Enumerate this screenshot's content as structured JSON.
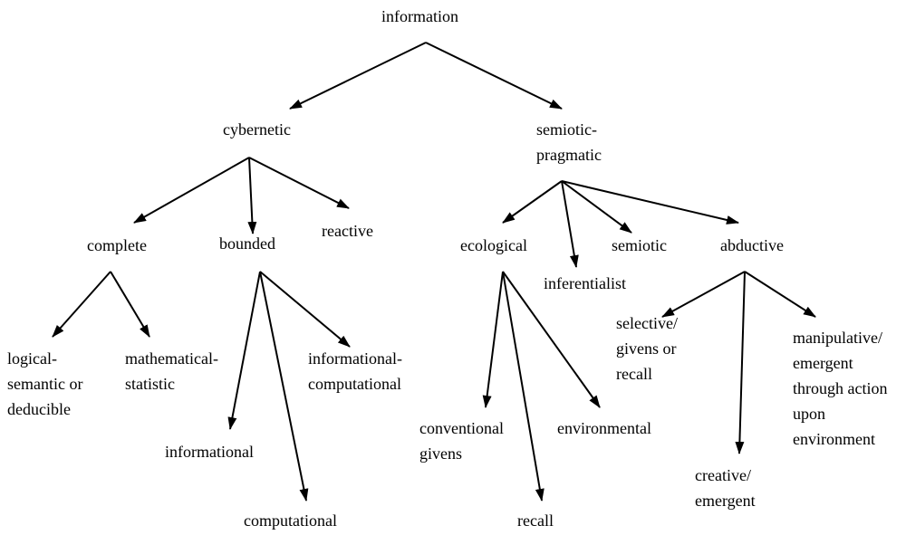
{
  "diagram": {
    "nodes": {
      "information": [
        "information"
      ],
      "cybernetic": [
        "cybernetic"
      ],
      "semiotic_pragmatic": [
        "semiotic-",
        "pragmatic"
      ],
      "complete": [
        "complete"
      ],
      "bounded": [
        "bounded"
      ],
      "reactive": [
        "reactive"
      ],
      "ecological": [
        "ecological"
      ],
      "inferentialist": [
        "inferentialist"
      ],
      "semiotic": [
        "semiotic"
      ],
      "abductive": [
        "abductive"
      ],
      "logical_semantic": [
        "logical-",
        "semantic or",
        "deducible"
      ],
      "mathematical_statistic": [
        "mathematical-",
        "statistic"
      ],
      "informational": [
        "informational"
      ],
      "computational": [
        "computational"
      ],
      "informational_computational": [
        "informational-",
        "computational"
      ],
      "conventional_givens": [
        "conventional",
        "givens"
      ],
      "recall": [
        "recall"
      ],
      "environmental": [
        "environmental"
      ],
      "selective_givens": [
        "selective/",
        "givens or",
        "recall"
      ],
      "creative_emergent": [
        "creative/",
        "emergent"
      ],
      "manipulative_emergent": [
        "manipulative/",
        "emergent",
        "through action",
        "upon",
        "environment"
      ]
    },
    "edges": [
      [
        "information",
        "cybernetic"
      ],
      [
        "information",
        "semiotic_pragmatic"
      ],
      [
        "cybernetic",
        "complete"
      ],
      [
        "cybernetic",
        "bounded"
      ],
      [
        "cybernetic",
        "reactive"
      ],
      [
        "complete",
        "logical_semantic"
      ],
      [
        "complete",
        "mathematical_statistic"
      ],
      [
        "bounded",
        "informational"
      ],
      [
        "bounded",
        "computational"
      ],
      [
        "bounded",
        "informational_computational"
      ],
      [
        "semiotic_pragmatic",
        "ecological"
      ],
      [
        "semiotic_pragmatic",
        "inferentialist"
      ],
      [
        "semiotic_pragmatic",
        "semiotic"
      ],
      [
        "semiotic_pragmatic",
        "abductive"
      ],
      [
        "ecological",
        "conventional_givens"
      ],
      [
        "ecological",
        "recall"
      ],
      [
        "ecological",
        "environmental"
      ],
      [
        "abductive",
        "selective_givens"
      ],
      [
        "abductive",
        "creative_emergent"
      ],
      [
        "abductive",
        "manipulative_emergent"
      ]
    ]
  }
}
